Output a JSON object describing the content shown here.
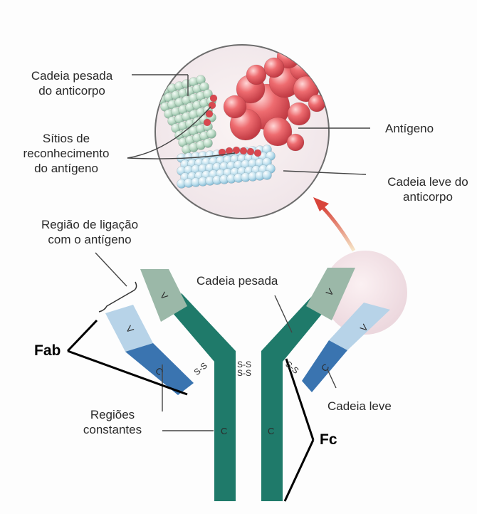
{
  "labels": {
    "heavy_chain_zoom": [
      "Cadeia pesada",
      "do anticorpo"
    ],
    "recognition_sites": [
      "Sítios de",
      "reconhecimento",
      "do antígeno"
    ],
    "antigen": "Antígeno",
    "light_chain_zoom": [
      "Cadeia leve do",
      "anticorpo"
    ],
    "binding_region": [
      "Região de ligação",
      "com o antígeno"
    ],
    "heavy_chain": "Cadeia pesada",
    "fab": "Fab",
    "constant_regions": [
      "Regiões",
      "constantes"
    ],
    "light_chain": "Cadeia leve",
    "fc": "Fc"
  },
  "domains": {
    "v": "V",
    "c": "C"
  },
  "disulfide": "S-S",
  "colors": {
    "heavy_chain": "#1f7a6a",
    "variable_heavy": "#9bb8a8",
    "variable_light": "#b7d3e8",
    "constant_light": "#3a74b0",
    "antigen": "#e0565d"
  }
}
